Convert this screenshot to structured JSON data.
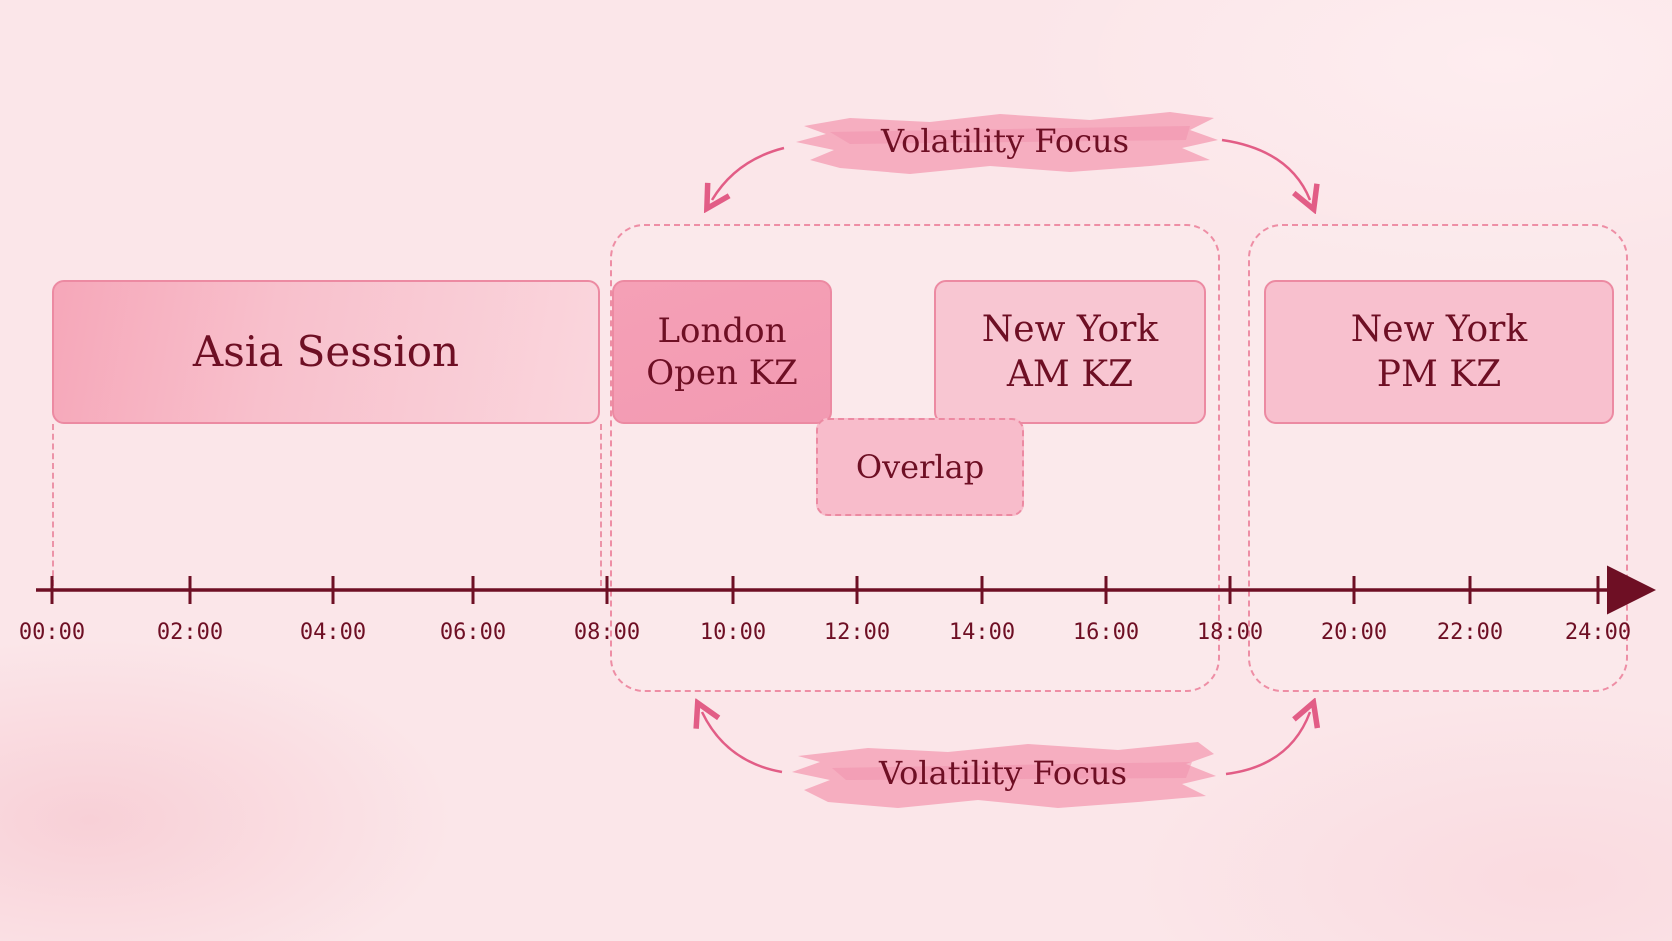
{
  "title": "",
  "sessions": [
    {
      "id": "asia",
      "label": "Asia Session"
    },
    {
      "id": "london",
      "label_lines": [
        "London",
        "Open KZ"
      ]
    },
    {
      "id": "nyam",
      "label_lines": [
        "New York",
        "AM KZ"
      ]
    },
    {
      "id": "nypm",
      "label_lines": [
        "New York",
        "PM KZ"
      ]
    },
    {
      "id": "overlap",
      "label": "Overlap"
    }
  ],
  "annotations": {
    "top": "Volatility Focus",
    "bottom": "Volatility Focus"
  },
  "axis": {
    "ticks": [
      "00:00",
      "02:00",
      "04:00",
      "06:00",
      "08:00",
      "10:00",
      "12:00",
      "14:00",
      "16:00",
      "18:00",
      "20:00",
      "22:00",
      "24:00"
    ]
  },
  "colors": {
    "axis": "#6e0f24",
    "accent": "#ec8aa2",
    "arrow": "#e25d86",
    "brush": "#f08fab"
  }
}
